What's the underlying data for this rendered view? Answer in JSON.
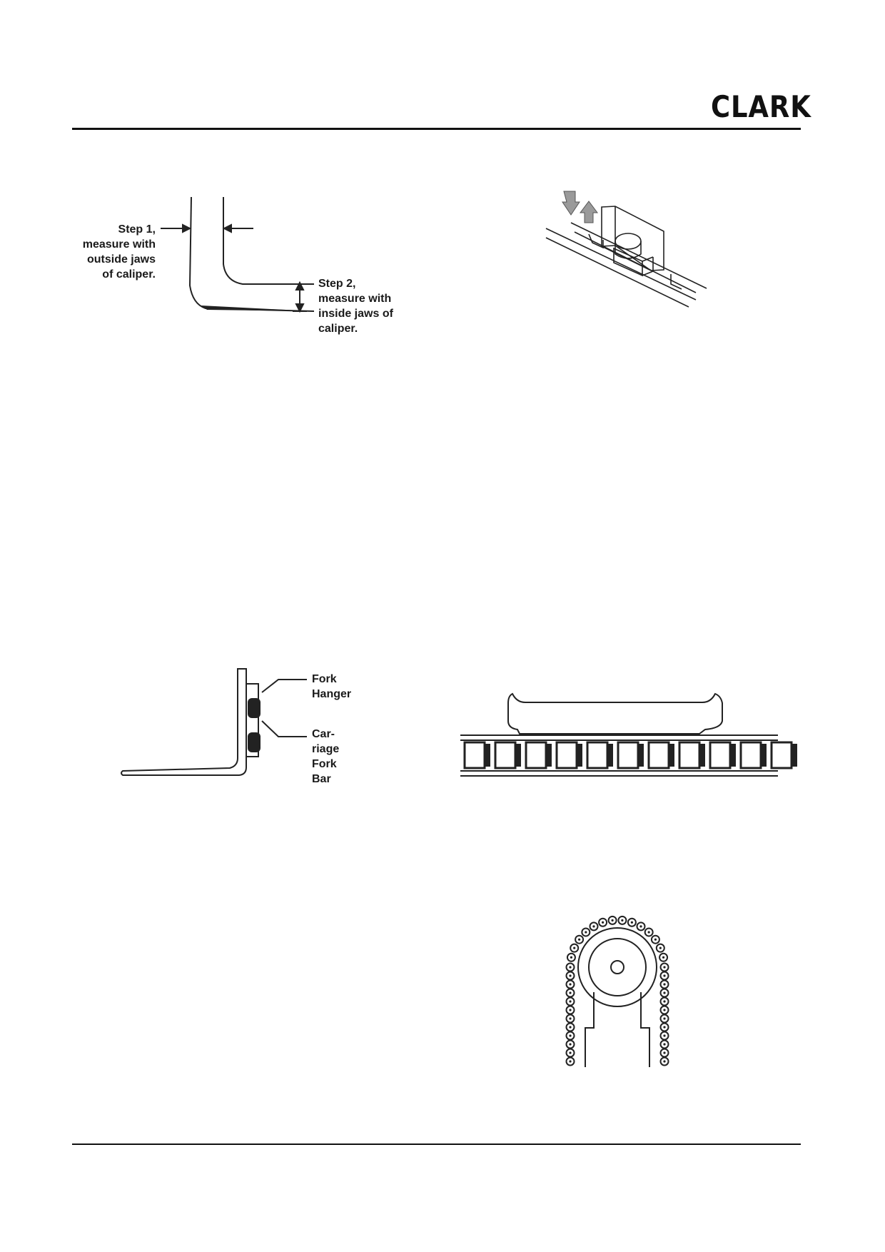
{
  "header": {
    "logo_text": "CLARK"
  },
  "figures": {
    "caliper": {
      "step1": [
        "Step 1,",
        "measure with",
        "outside jaws",
        "of caliper."
      ],
      "step2": [
        "Step 2,",
        "measure with",
        "inside jaws of",
        "caliper."
      ]
    },
    "fork_hanger": {
      "hanger": [
        "Fork",
        "Hanger"
      ],
      "bar": [
        "Car-",
        "riage",
        "Fork",
        "Bar"
      ]
    }
  }
}
